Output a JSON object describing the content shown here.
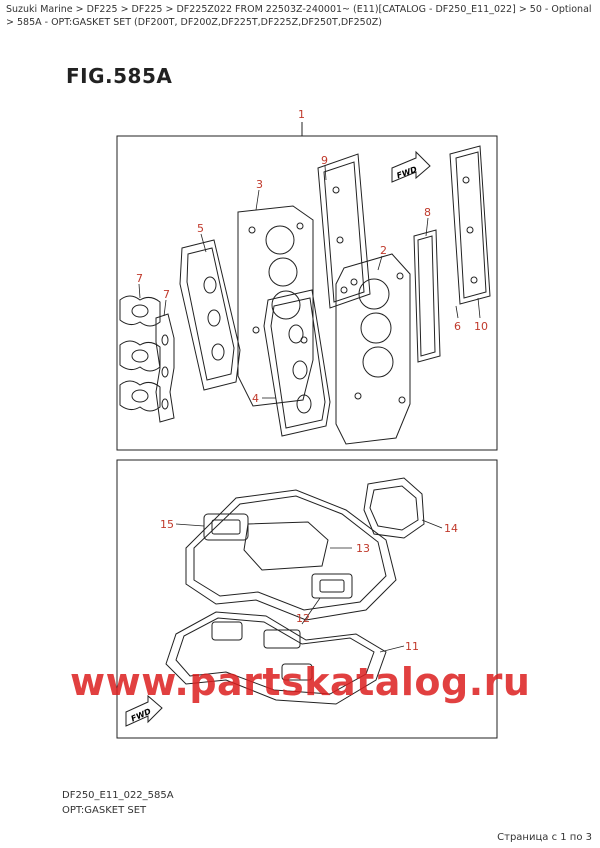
{
  "breadcrumb": "Suzuki Marine > DF225 > DF225 > DF225Z022 FROM 22503Z-240001~ (E11)[CATALOG - DF250_E11_022] > 50 - Optional > 585A - OPT:GASKET SET (DF200T, DF200Z,DF225T,DF225Z,DF250T,DF250Z)",
  "figure_title": "FIG.585A",
  "callouts": {
    "c1": "1",
    "c2": "2",
    "c3": "3",
    "c4": "4",
    "c5": "5",
    "c6": "6",
    "c7a": "7",
    "c7b": "7",
    "c8": "8",
    "c9": "9",
    "c10": "10",
    "c11": "11",
    "c12": "12",
    "c13": "13",
    "c14": "14",
    "c15": "15"
  },
  "fwd_label": "FWD",
  "footer": {
    "code": "DF250_E11_022_585A",
    "name": "OPT:GASKET SET"
  },
  "watermark": "www.partskatalog.ru",
  "pager": "Страница с 1 по 3",
  "colors": {
    "callout": "#c0392b",
    "watermark": "#dc1e1e",
    "line": "#222222"
  }
}
